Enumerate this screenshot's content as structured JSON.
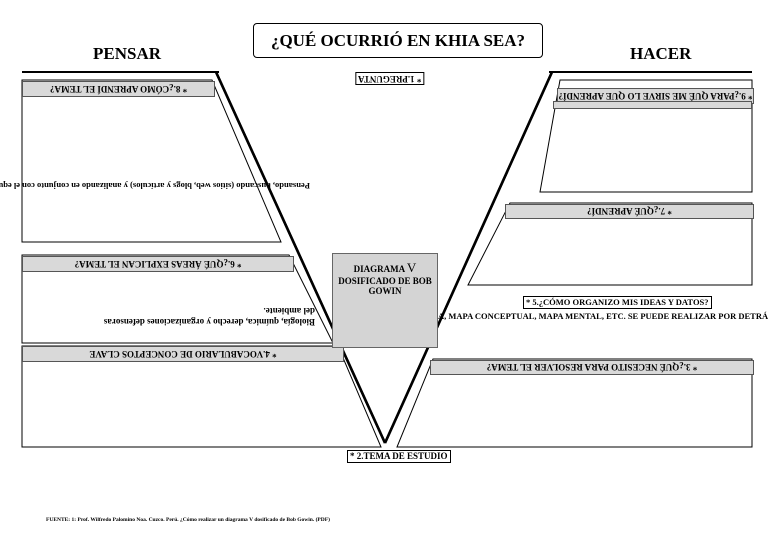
{
  "title": "¿QUÉ OCURRIÓ EN KHIA SEA?",
  "left_header": "PENSAR",
  "right_header": "HACER",
  "pregunta_tag": "* 1.PREGUNTA",
  "tema_tag": "* 2.TEMA DE ESTUDIO",
  "center": {
    "line1": "DIAGRAMA",
    "v": "V",
    "line2": "DOSIFICADO DE BOB GOWIN"
  },
  "left_boxes": {
    "b8_label": "* 8.¿CÓMO APRENDÍ EL TEMA?",
    "b8_text": "Pensando, buscando (sitios web, blogs y artículos) y analizando en conjunto con el equipo",
    "b6_label": "* 6.¿QUÉ ÁREAS EXPLICAN EL TEMA?",
    "b6_text1": "Biología, química, derecho y organizaciones defensoras",
    "b6_text2": "del ambiente.",
    "b4_label": "* 4.VOCABULARIO DE CONCEPTOS CLAVE"
  },
  "right_boxes": {
    "b9_label": "* 9.¿PARA QUÉ ME SIRVE LO QUE APRENDÍ?",
    "b7_label": "* 7.¿QUÉ APRENDÍ?",
    "b5_label": "* 5.¿CÓMO ORGANIZO MIS IDEAS Y DATOS?",
    "b5_text": "A, MAPA CONCEPTUAL, MAPA MENTAL, ETC. SE PUEDE REALIZAR POR DETRÁS DE",
    "b3_label": "* 3.¿QUÉ NECESITO PARA RESOLVER EL TEMA?"
  },
  "footer": "FUENTE: 1: Prof. Wilfredo Palomino Noa. Cuzco. Perú. ¿Cómo realizar un diagrama V dosificado de Bob Gowin. (PDF)"
}
